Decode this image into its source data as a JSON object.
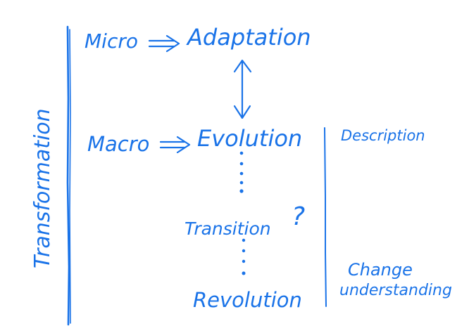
{
  "colors": {
    "ink": "#1a73e8",
    "background": "#ffffff"
  },
  "labels": {
    "transformation": "Transformation",
    "micro": "Micro",
    "adaptation": "Adaptation",
    "macro": "Macro",
    "evolution": "Evolution",
    "transition": "Transition",
    "question_mark": "?",
    "revolution": "Revolution",
    "description": "Description",
    "change": "Change",
    "understanding": "understanding"
  }
}
